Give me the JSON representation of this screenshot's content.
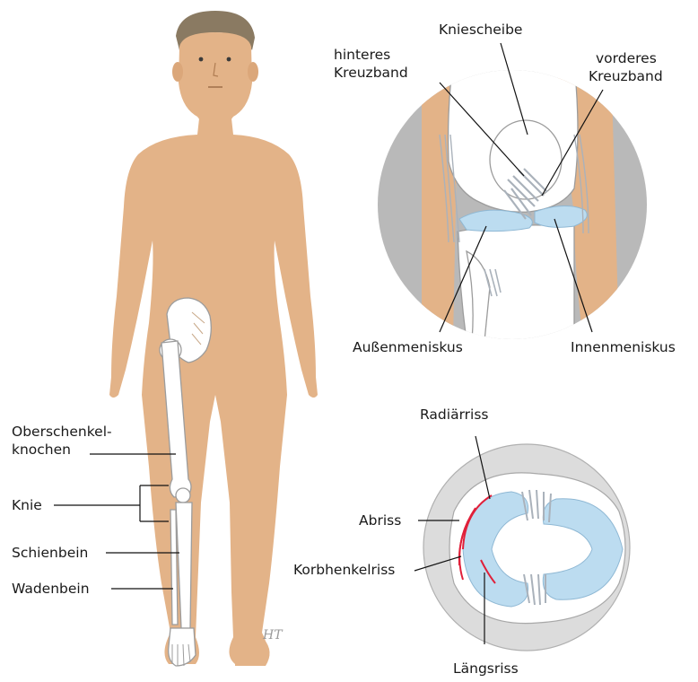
{
  "colors": {
    "skin": "#e3b388",
    "skin_dark": "#cf9a6c",
    "hair": "#8a7a62",
    "bone_fill": "#ffffff",
    "bone_line": "#9c9c9c",
    "meniscus": "#bcdcf0",
    "ligament": "#aab2bb",
    "circle_bg": "#b9b9b9",
    "tear_red": "#e0203a"
  },
  "body_labels": {
    "femur": "Oberschenkel-",
    "femur_2": "knochen",
    "knee": "Knie",
    "tibia": "Schienbein",
    "fibula": "Wadenbein"
  },
  "knee_labels": {
    "kniescheibe": "Kniescheibe",
    "hinteres_1": "hinteres",
    "hinteres_2": "Kreuzband",
    "vorderes_1": "vorderes",
    "vorderes_2": "Kreuzband",
    "aussen": "Außenmeniskus",
    "innen": "Innenmeniskus"
  },
  "tear_labels": {
    "radial": "Radiärriss",
    "abriss": "Abriss",
    "korbhenkel": "Korbhenkelriss",
    "laengs": "Längsriss"
  },
  "signature": "HT"
}
